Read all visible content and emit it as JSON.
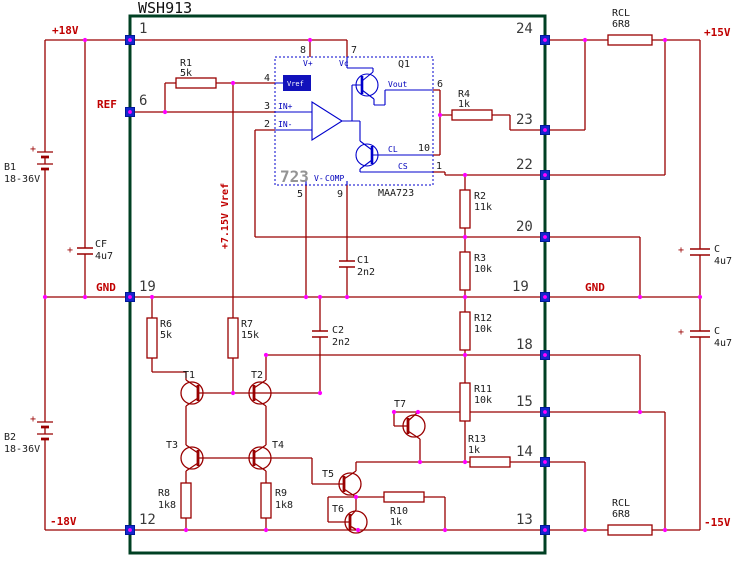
{
  "module": {
    "title": "WSH913"
  },
  "pins": {
    "left": [
      "1",
      "6",
      "19",
      "12"
    ],
    "right": [
      "24",
      "23",
      "22",
      "20",
      "19",
      "18",
      "15",
      "14",
      "13"
    ]
  },
  "rails": {
    "plus18": "+18V",
    "ref": "REF",
    "gnd_left": "GND",
    "minus18": "-18V",
    "plus15": "+15V",
    "gnd_right": "GND",
    "minus15": "-15V",
    "vref_rail": "+7.15V Vref"
  },
  "batteries": {
    "b1": {
      "name": "B1",
      "value": "18-36V"
    },
    "b2": {
      "name": "B2",
      "value": "18-36V"
    }
  },
  "resistors": {
    "r1": {
      "name": "R1",
      "value": "5k"
    },
    "r2": {
      "name": "R2",
      "value": "11k"
    },
    "r3": {
      "name": "R3",
      "value": "10k"
    },
    "r4": {
      "name": "R4",
      "value": "1k"
    },
    "r6": {
      "name": "R6",
      "value": "5k"
    },
    "r7": {
      "name": "R7",
      "value": "15k"
    },
    "r8": {
      "name": "R8",
      "value": "1k8"
    },
    "r9": {
      "name": "R9",
      "value": "1k8"
    },
    "r10": {
      "name": "R10",
      "value": "1k"
    },
    "r11": {
      "name": "R11",
      "value": "10k"
    },
    "r12": {
      "name": "R12",
      "value": "10k"
    },
    "r13": {
      "name": "R13",
      "value": "1k"
    },
    "rcl": {
      "name": "RCL",
      "value": "6R8"
    }
  },
  "capacitors": {
    "c1": {
      "name": "C1",
      "value": "2n2"
    },
    "c2": {
      "name": "C2",
      "value": "2n2"
    },
    "cf": {
      "name": "CF",
      "value": "4u7"
    },
    "c": {
      "name": "C",
      "value": "4u7"
    }
  },
  "transistors": {
    "t1": "T1",
    "t2": "T2",
    "t3": "T3",
    "t4": "T4",
    "t5": "T5",
    "t6": "T6",
    "t7": "T7",
    "q1": "Q1"
  },
  "ic": {
    "big": "723",
    "part": "MAA723",
    "pads": {
      "vplus": "V+",
      "vc": "Vc",
      "vref": "Vref",
      "inp": "IN+",
      "inn": "IN-",
      "vout": "Vout",
      "cl": "CL",
      "cs": "CS",
      "vminus": "V-",
      "comp": "COMP"
    },
    "nums": {
      "p8": "8",
      "p7": "7",
      "p4": "4",
      "p3": "3",
      "p2": "2",
      "p6": "6",
      "p10": "10",
      "p1": "1",
      "p5": "5",
      "p9": "9"
    }
  },
  "symbols": {
    "plus": "+"
  },
  "colors": {
    "wire": "#990000",
    "junction": "#ff00ff",
    "pin_square": "#1427cc",
    "module_border": "#004023",
    "ic_blue": "#0000cc",
    "net_label": "#c00000"
  }
}
